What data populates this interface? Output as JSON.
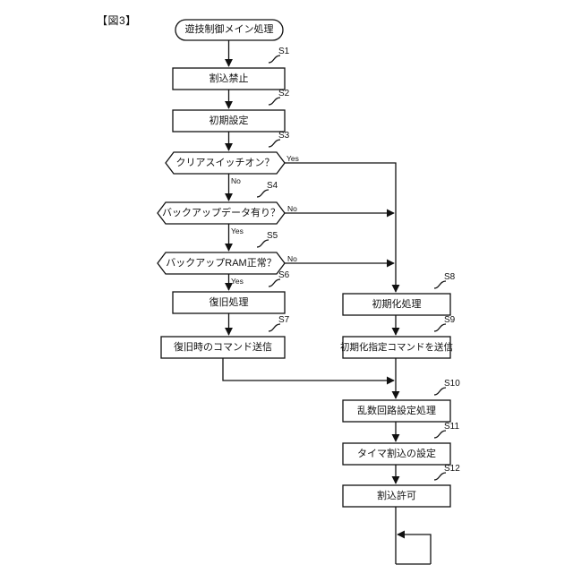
{
  "figure": {
    "caption": "【図3】",
    "title": "遊技制御メイン処理"
  },
  "nodes": {
    "start": {
      "id": "start",
      "shape": "terminator",
      "text": "遊技制御メイン処理"
    },
    "s1": {
      "id": "S1",
      "shape": "process",
      "text": "割込禁止",
      "step": "S1"
    },
    "s2": {
      "id": "S2",
      "shape": "process",
      "text": "初期設定",
      "step": "S2"
    },
    "s3": {
      "id": "S3",
      "shape": "decision",
      "text": "クリアスイッチオン？",
      "step": "S3"
    },
    "s4": {
      "id": "S4",
      "shape": "decision",
      "text": "バックアップデータ有り？",
      "step": "S4"
    },
    "s5": {
      "id": "S5",
      "shape": "decision",
      "text": "バックアップRAM正常？",
      "step": "S5"
    },
    "s6": {
      "id": "S6",
      "shape": "process",
      "text": "復旧処理",
      "step": "S6"
    },
    "s7": {
      "id": "S7",
      "shape": "process",
      "text": "復旧時のコマンド送信",
      "step": "S7"
    },
    "s8": {
      "id": "S8",
      "shape": "process",
      "text": "初期化処理",
      "step": "S8"
    },
    "s9": {
      "id": "S9",
      "shape": "process",
      "text": "初期化指定コマンドを送信",
      "step": "S9"
    },
    "s10": {
      "id": "S10",
      "shape": "process",
      "text": "乱数回路設定処理",
      "step": "S10"
    },
    "s11": {
      "id": "S11",
      "shape": "process",
      "text": "タイマ割込の設定",
      "step": "S11"
    },
    "s12": {
      "id": "S12",
      "shape": "process",
      "text": "割込許可",
      "step": "S12"
    }
  },
  "branch_labels": {
    "s3_yes": "Yes",
    "s3_no": "No",
    "s4_no": "No",
    "s4_yes": "Yes",
    "s5_no": "No",
    "s5_yes": "Yes"
  },
  "colors": {
    "stroke": "#111111",
    "fill": "#ffffff",
    "background": "#ffffff"
  }
}
